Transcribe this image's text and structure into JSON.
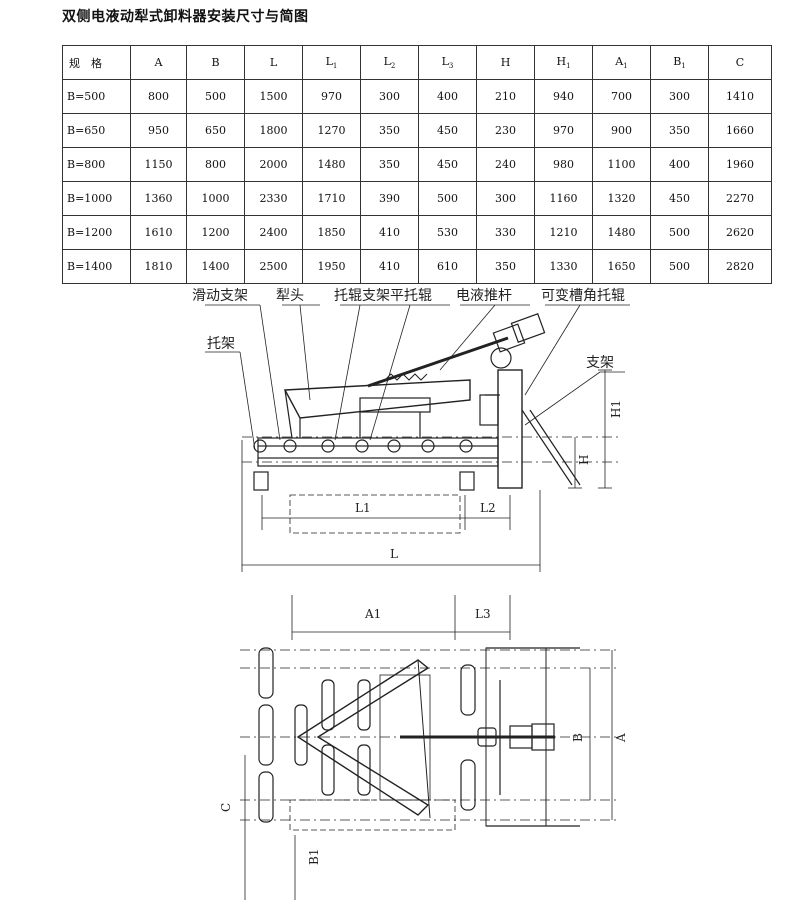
{
  "document": {
    "title": "双侧电液动犁式卸料器安装尺寸与简图"
  },
  "table": {
    "headers": [
      {
        "base": "规　格",
        "sub": ""
      },
      {
        "base": "A",
        "sub": ""
      },
      {
        "base": "B",
        "sub": ""
      },
      {
        "base": "L",
        "sub": ""
      },
      {
        "base": "L",
        "sub": "1"
      },
      {
        "base": "L",
        "sub": "2"
      },
      {
        "base": "L",
        "sub": "3"
      },
      {
        "base": "H",
        "sub": ""
      },
      {
        "base": "H",
        "sub": "1"
      },
      {
        "base": "A",
        "sub": "1"
      },
      {
        "base": "B",
        "sub": "1"
      },
      {
        "base": "C",
        "sub": ""
      }
    ],
    "rows": [
      [
        "B=500",
        "800",
        "500",
        "1500",
        "970",
        "300",
        "400",
        "210",
        "940",
        "700",
        "300",
        "1410"
      ],
      [
        "B=650",
        "950",
        "650",
        "1800",
        "1270",
        "350",
        "450",
        "230",
        "970",
        "900",
        "350",
        "1660"
      ],
      [
        "B=800",
        "1150",
        "800",
        "2000",
        "1480",
        "350",
        "450",
        "240",
        "980",
        "1100",
        "400",
        "1960"
      ],
      [
        "B=1000",
        "1360",
        "1000",
        "2330",
        "1710",
        "390",
        "500",
        "300",
        "1160",
        "1320",
        "450",
        "2270"
      ],
      [
        "B=1200",
        "1610",
        "1200",
        "2400",
        "1850",
        "410",
        "530",
        "330",
        "1210",
        "1480",
        "500",
        "2620"
      ],
      [
        "B=1400",
        "1810",
        "1400",
        "2500",
        "1950",
        "410",
        "610",
        "350",
        "1330",
        "1650",
        "500",
        "2820"
      ]
    ]
  },
  "callouts": {
    "slide_frame": "滑动支架",
    "plow_head": "犁头",
    "idler_frame_flat": "托辊支架平托辊",
    "hydraulic_pusher": "电液推杆",
    "variable_trough_idler": "可变槽角托辊",
    "support_bracket": "托架",
    "support_frame": "支架"
  },
  "dimensions": {
    "H1": "H1",
    "H": "H",
    "L1": "L1",
    "L2": "L2",
    "L": "L",
    "A1": "A1",
    "L3": "L3",
    "B": "B",
    "A": "A",
    "C": "C",
    "B1": "B1"
  }
}
